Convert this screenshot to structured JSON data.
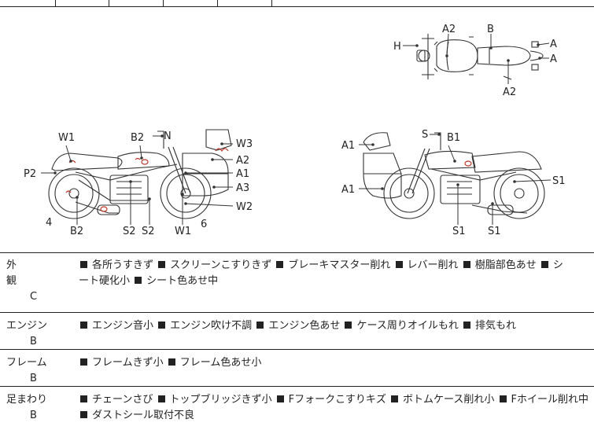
{
  "diagram": {
    "labels": {
      "top_view": [
        "H",
        "A2",
        "B",
        "A",
        "A",
        "A2"
      ],
      "left_view": [
        "W1",
        "B2",
        "N",
        "W3",
        "P2",
        "A2",
        "A1",
        "A3",
        "W2",
        "4",
        "B2",
        "S2",
        "S2",
        "W1",
        "6"
      ],
      "right_view": [
        "S",
        "B1",
        "A1",
        "A1",
        "S1",
        "S1",
        "S1"
      ]
    }
  },
  "rows": [
    {
      "category": "外　観",
      "grade": "C",
      "items": [
        "各所うすきず",
        "スクリーンこすりきず",
        "ブレーキマスター削れ",
        "レバー削れ",
        "樹脂部色あせ",
        "シ",
        "ート硬化小",
        "シート色あせ中"
      ]
    },
    {
      "category": "エンジン",
      "grade": "B",
      "items": [
        "エンジン音小",
        "エンジン吹け不調",
        "エンジン色あせ",
        "ケース周りオイルもれ",
        "排気もれ"
      ]
    },
    {
      "category": "フレーム",
      "grade": "B",
      "items": [
        "フレームきず小",
        "フレーム色あせ小"
      ]
    },
    {
      "category": "足まわり",
      "grade": "B",
      "items": [
        "チェーンさび",
        "トップブリッジきず小",
        "Fフォークこすりキズ",
        "ボトムケース削れ小",
        "Fホイール削れ中",
        "ダストシール取付不良"
      ]
    }
  ]
}
